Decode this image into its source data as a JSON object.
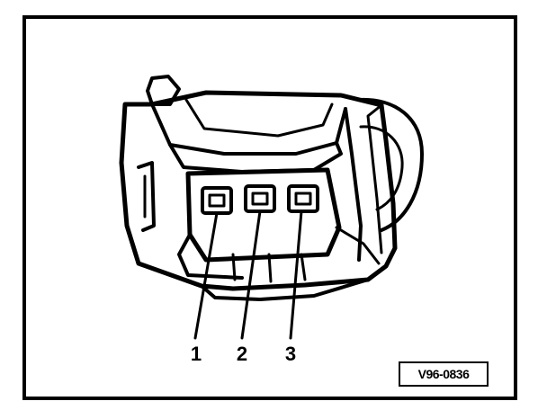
{
  "figure": {
    "callouts": [
      {
        "number": "1"
      },
      {
        "number": "2"
      },
      {
        "number": "3"
      }
    ],
    "reference_code": "V96-0836"
  },
  "colors": {
    "ink": "#000000",
    "paper": "#ffffff"
  }
}
